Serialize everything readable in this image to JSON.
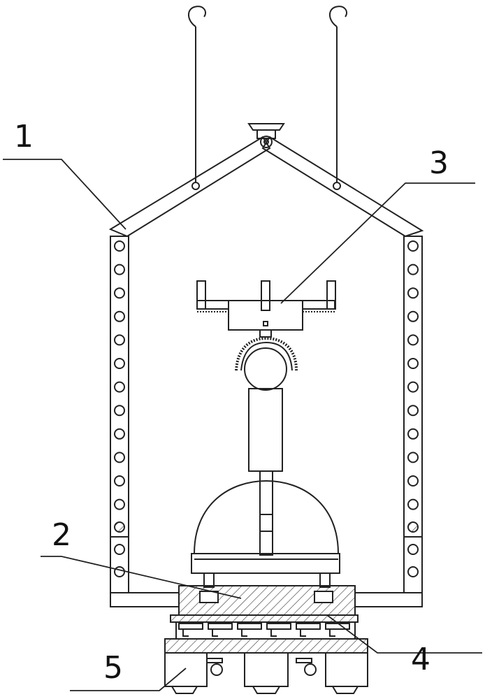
{
  "figure": {
    "ink_color": "#222222",
    "hatch_color": "#333333",
    "background": "#ffffff",
    "callouts": [
      {
        "id": "1",
        "text": "1"
      },
      {
        "id": "2",
        "text": "2"
      },
      {
        "id": "3",
        "text": "3"
      },
      {
        "id": "4",
        "text": "4"
      },
      {
        "id": "5",
        "text": "5"
      }
    ]
  }
}
